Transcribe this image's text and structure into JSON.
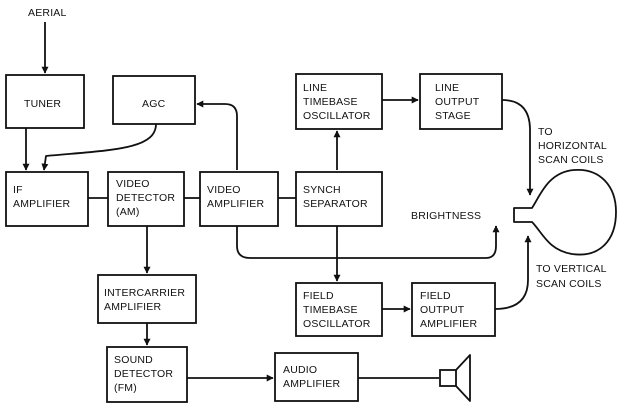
{
  "colors": {
    "ink": "#111111",
    "paper": "#ffffff"
  },
  "blocks": {
    "tuner": [
      "TUNER"
    ],
    "agc": [
      "AGC"
    ],
    "line_osc": [
      "LINE",
      "TIMEBASE",
      "OSCILLATOR"
    ],
    "line_out": [
      "LINE",
      "OUTPUT",
      "STAGE"
    ],
    "if_amp": [
      "IF",
      "AMPLIFIER"
    ],
    "video_det": [
      "VIDEO",
      "DETECTOR",
      "(AM)"
    ],
    "video_amp": [
      "VIDEO",
      "AMPLIFIER"
    ],
    "synch": [
      "SYNCH",
      "SEPARATOR"
    ],
    "field_osc": [
      "FIELD",
      "TIMEBASE",
      "OSCILLATOR"
    ],
    "field_out": [
      "FIELD",
      "OUTPUT",
      "AMPLIFIER"
    ],
    "intercarrier": [
      "INTERCARRIER",
      "AMPLIFIER"
    ],
    "sound_det": [
      "SOUND",
      "DETECTOR",
      "(FM)"
    ],
    "audio_amp": [
      "AUDIO",
      "AMPLIFIER"
    ]
  },
  "labels": {
    "aerial": "AERIAL",
    "brightness": "BRIGHTNESS",
    "to_horizontal": [
      "TO",
      "HORIZONTAL",
      "SCAN COILS"
    ],
    "to_vertical": [
      "TO VERTICAL",
      "SCAN COILS"
    ]
  }
}
